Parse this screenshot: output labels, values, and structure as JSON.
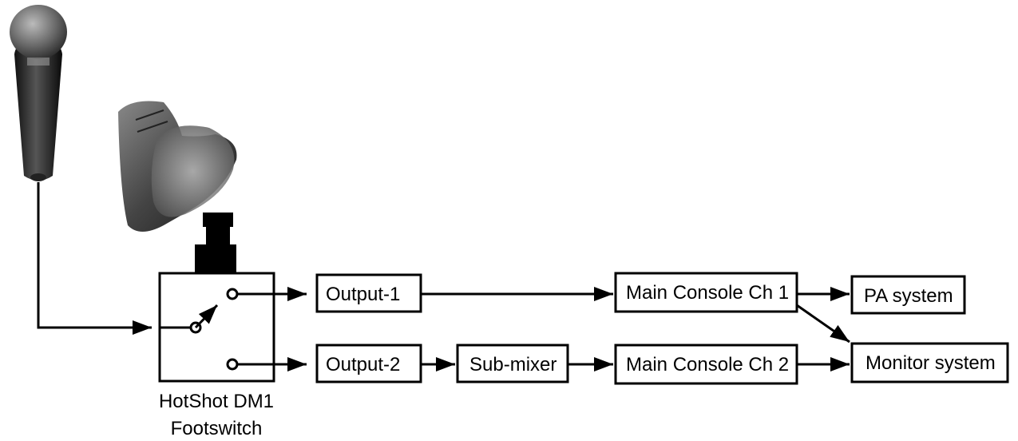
{
  "footswitch": {
    "label_line1": "HotShot DM1",
    "label_line2": "Footswitch"
  },
  "nodes": {
    "output1": "Output-1",
    "output2": "Output-2",
    "submixer": "Sub-mixer",
    "console1": "Main Console Ch 1",
    "console2": "Main Console Ch 2",
    "pa": "PA system",
    "monitor": "Monitor system"
  },
  "colors": {
    "line": "#000000",
    "background": "#ffffff"
  }
}
